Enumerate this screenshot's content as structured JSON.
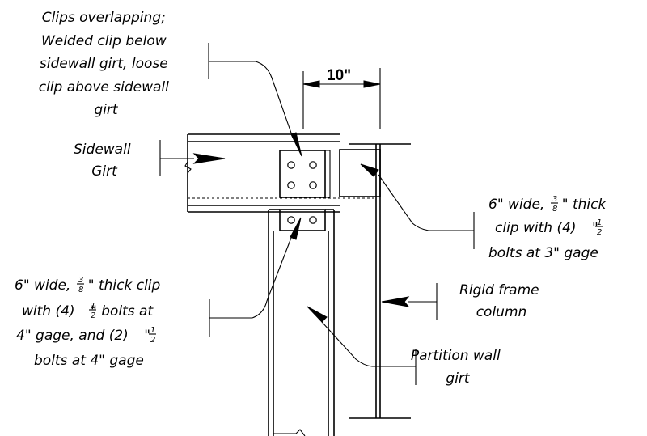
{
  "dimension": {
    "text": "10\""
  },
  "notes": {
    "clips_overlapping": {
      "lines": [
        "Clips overlapping;",
        "Welded clip below",
        "sidewall girt, loose",
        "clip above sidewall",
        "girt"
      ]
    },
    "sidewall_girt": {
      "lines": [
        "Sidewall",
        "Girt"
      ]
    },
    "right_clip": {
      "line1": "6\" wide,",
      "line1b": "\" thick",
      "frac_num": "3",
      "frac_den": "8",
      "line2": "clip with (4)",
      "half_num": "1",
      "half_den": "2",
      "line3": "bolts at 3\" gage"
    },
    "left_clip": {
      "line1a": "6\" wide,",
      "line1b": "\" thick clip",
      "frac_num": "3",
      "frac_den": "8",
      "line2a": "with (4)",
      "line2b": "\" bolts at",
      "half_num": "1",
      "half_den": "2",
      "line3a": "4\" gage, and (2)",
      "line4": "bolts at 4\" gage"
    },
    "rigid_frame": {
      "lines": [
        "Rigid frame",
        "column"
      ]
    },
    "partition_girt": {
      "lines": [
        "Partition wall",
        "girt"
      ]
    }
  }
}
